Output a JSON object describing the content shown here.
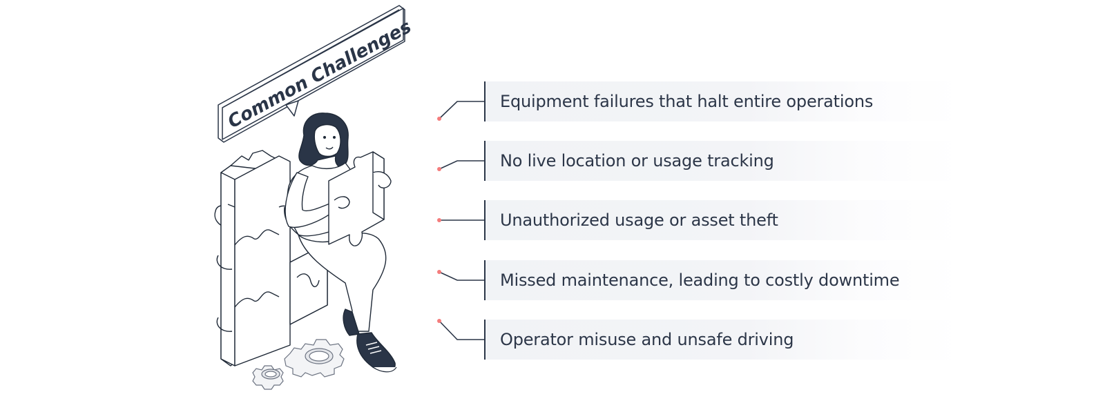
{
  "illustration": {
    "speech_bubble_title": "Common Challenges",
    "description": "Isometric line illustration of a woman assembling giant puzzle pieces with gears at her feet"
  },
  "challenges": [
    {
      "label": "Equipment failures that halt entire operations",
      "connector": "up"
    },
    {
      "label": "No live location or usage tracking",
      "connector": "slight-up"
    },
    {
      "label": "Unauthorized usage or asset theft",
      "connector": "straight"
    },
    {
      "label": "Missed maintenance, leading to costly downtime",
      "connector": "slight-down"
    },
    {
      "label": "Operator misuse and unsafe driving",
      "connector": "down"
    }
  ],
  "colors": {
    "line": "#2a3547",
    "dot": "#f47c7c",
    "text": "#2c3648",
    "row_bg": "#f1f3f6"
  }
}
